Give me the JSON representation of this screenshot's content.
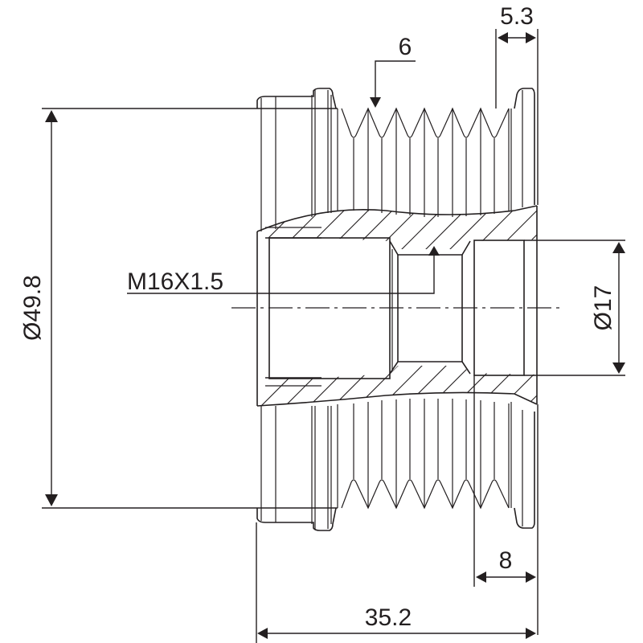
{
  "drawing": {
    "subject": "alternator freewheel pulley cross-section",
    "line_color": "#231f20",
    "background": "#ffffff"
  },
  "dimensions": {
    "outer_diameter": "Ø49.8",
    "bore_diameter": "Ø17",
    "thread": "M16X1.5",
    "rib_count": "6",
    "flange_width": "5.3",
    "bore_depth": "8",
    "overall_length": "35.2"
  }
}
